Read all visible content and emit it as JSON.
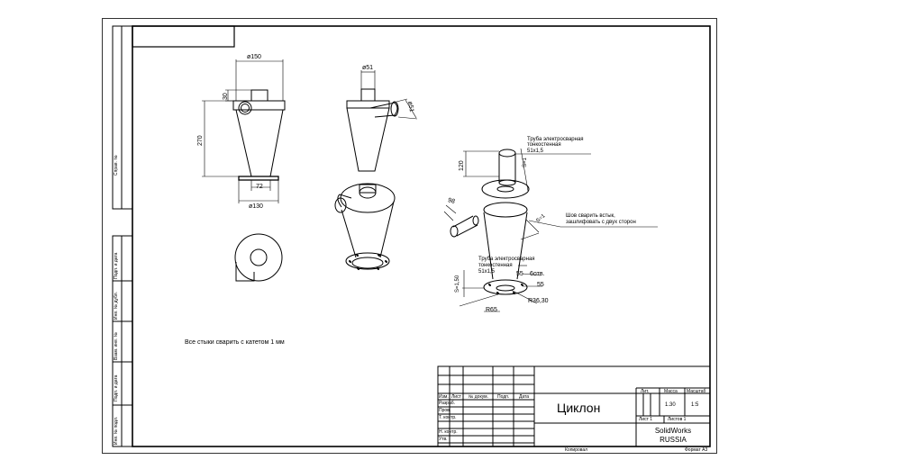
{
  "side_stamps": [
    "Инв. № подл.",
    "Подп. и дата",
    "Взам. инв. №",
    "Инв. № дубл.",
    "Подп. и дата",
    "Справ. №"
  ],
  "dims": {
    "d150": "ø150",
    "d30": "30",
    "d270": "270",
    "d72": "72",
    "d130": "ø130",
    "d51a": "ø51",
    "d51b": "ø51",
    "d120": "120",
    "s1a": "S=1",
    "d98": "98",
    "s1b": "S=1",
    "s150": "S=1,50",
    "d55a": "55",
    "holes": "6отв.",
    "d55b": "55",
    "r3630": "R36,30",
    "r65": "R65"
  },
  "notes": {
    "tube_top_l1": "Труба электросварная",
    "tube_top_l2": "тонкостенная",
    "tube_top_l3": "51x1,5",
    "seam_l1": "Шов сварить встык,",
    "seam_l2": "зашлифовать с двух сторон",
    "tube_bot_l1": "Труба электросварная",
    "tube_bot_l2": "тонкостенная",
    "tube_bot_l3": "51x1,5",
    "general": "Все стыки сварить с катетом 1 мм"
  },
  "title_block": {
    "col_izm": "Изм.",
    "col_list": "Лист",
    "col_doc": "№ докум.",
    "col_sign": "Подп.",
    "col_date": "Дата",
    "row_razrab": "Разраб.",
    "row_prov": "Пров.",
    "row_tkontr": "Т. контр.",
    "row_nkontr": "Н. контр.",
    "row_utv": "Утв.",
    "title": "Циклон",
    "lit": "Лит.",
    "massa": "Масса",
    "masshtab": "Масштаб",
    "mass_value": "1.30",
    "scale_value": "1:5",
    "sheet": "Лист 1",
    "sheets": "Листов 1",
    "company_l1": "SolidWorks",
    "company_l2": "RUSSIA",
    "copied": "Копировал",
    "format": "Формат А3"
  }
}
